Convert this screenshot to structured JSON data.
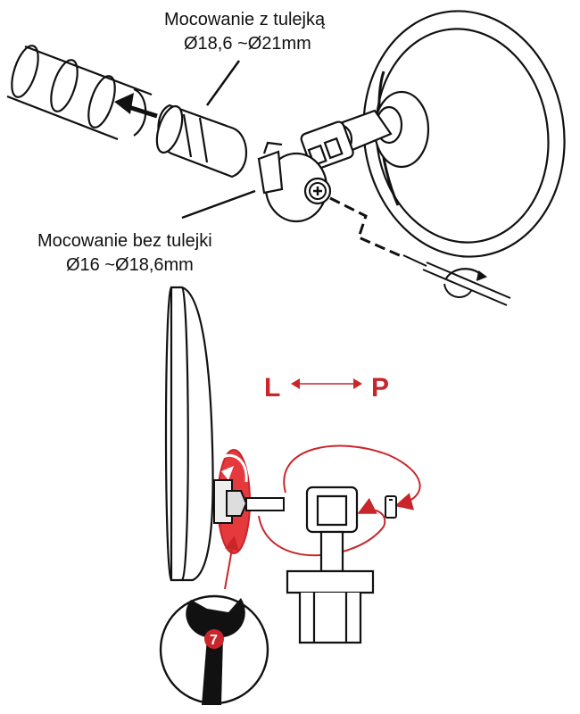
{
  "top_label": {
    "line1": "Mocowanie z tulejką",
    "line2": "Ø18,6 ~Ø21mm"
  },
  "bottom_label": {
    "line1": "Mocowanie bez tulejki",
    "line2": "Ø16 ~Ø18,6mm"
  },
  "direction": {
    "left": "L",
    "right": "P"
  },
  "wrench_size": "7",
  "colors": {
    "accent": "#c8262b",
    "ink": "#111111"
  }
}
